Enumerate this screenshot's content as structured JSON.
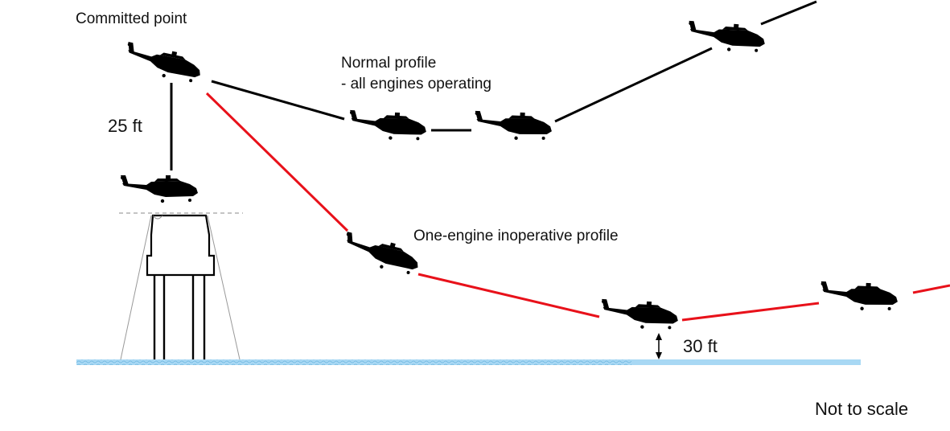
{
  "labels": {
    "committed_point": "Committed point",
    "normal_profile_line1": "Normal profile",
    "normal_profile_line2": "- all engines operating",
    "height_25": "25 ft",
    "oei_profile": "One-engine inoperative profile",
    "height_30": "30 ft",
    "not_to_scale": "Not to scale"
  },
  "colors": {
    "normal_path": "#000000",
    "oei_path": "#e8111a",
    "water": "#a8d8f4",
    "water_dark": "#7cc2ea"
  },
  "icons": [
    "helicopter-icon",
    "platform-icon",
    "double-arrow-icon"
  ]
}
